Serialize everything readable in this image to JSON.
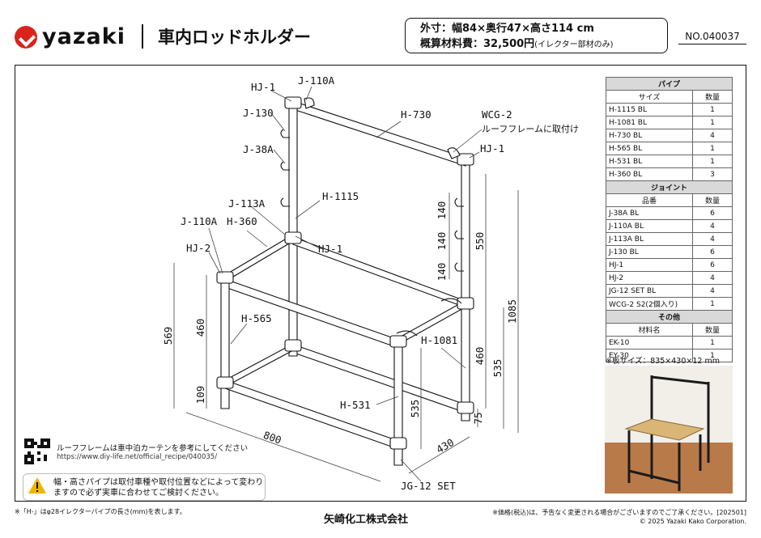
{
  "brand": "yazaki",
  "title": "車内ロッドホルダー",
  "spec": {
    "size": "外寸：幅84×奥行47×高さ114 cm",
    "cost": "概算材料費：32,500円",
    "cost_note": "(イレクター部材のみ)"
  },
  "doc_no": "NO.040037",
  "diagram": {
    "labels": {
      "hj1_a": "HJ-1",
      "j110a_top": "J-110A",
      "j130": "J-130",
      "j38a": "J-38A",
      "h730": "H-730",
      "wcg2": "WCG-2",
      "wcg2_note": "ルーフフレームに取付け",
      "hj1_b": "HJ-1",
      "j113a": "J-113A",
      "h1115": "H-1115",
      "j110a_left": "J-110A",
      "h360": "H-360",
      "hj1_c": "HJ-1",
      "hj2": "HJ-2",
      "h565": "H-565",
      "h1081": "H-1081",
      "h531": "H-531",
      "jg12": "JG-12 SET"
    },
    "dims": {
      "d569": "569",
      "d460a": "460",
      "d109": "109",
      "d800": "800",
      "d430": "430",
      "d140a": "140",
      "d140b": "140",
      "d140c": "140",
      "d550": "550",
      "d1085": "1085",
      "d460b": "460",
      "d535a": "535",
      "d535b": "535",
      "d75": "75"
    }
  },
  "parts": {
    "pipe_title": "パイプ",
    "joint_title": "ジョイント",
    "other_title": "その他",
    "col_size": "サイズ",
    "col_name": "品番",
    "col_mat": "材料名",
    "col_qty": "数量",
    "pipes": [
      {
        "name": "H-1115 BL",
        "qty": "1"
      },
      {
        "name": "H-1081 BL",
        "qty": "1"
      },
      {
        "name": "H-730 BL",
        "qty": "4"
      },
      {
        "name": "H-565 BL",
        "qty": "1"
      },
      {
        "name": "H-531 BL",
        "qty": "1"
      },
      {
        "name": "H-360 BL",
        "qty": "3"
      }
    ],
    "joints": [
      {
        "name": "J-38A BL",
        "qty": "6"
      },
      {
        "name": "J-110A BL",
        "qty": "4"
      },
      {
        "name": "J-113A BL",
        "qty": "4"
      },
      {
        "name": "J-130 BL",
        "qty": "6"
      },
      {
        "name": "HJ-1",
        "qty": "6"
      },
      {
        "name": "HJ-2",
        "qty": "4"
      },
      {
        "name": "JG-12 SET BL",
        "qty": "4"
      },
      {
        "name": "WCG-2 S2(2個入り)",
        "qty": "1"
      }
    ],
    "others": [
      {
        "name": "EK-10",
        "qty": "1"
      },
      {
        "name": "EY-30",
        "qty": "1"
      }
    ]
  },
  "board_note": "※板サイズ：835×430×12 mm",
  "qr_note": "ルーフフレームは車中泊カーテンを参考にしてください",
  "qr_url": "https://www.diy-life.net/official_recipe/040035/",
  "warning": [
    "幅・高さパイプは取付車種や取付位置などによって変わり",
    "ますので必ず実車に合わせてご検討ください。"
  ],
  "footer": {
    "left": "※「H-」はφ28イレクターパイプの長さ(mm)を表します。",
    "center": "矢崎化工株式会社",
    "right1": "※価格(税込)は、予告なく変更される場合がございますのでご了承ください。[202501]",
    "right2": "© 2025 Yazaki Kako Corporation."
  },
  "colors": {
    "brand_red": "#d8241c",
    "wood": "#d9b676",
    "floor": "#b97a4a"
  }
}
